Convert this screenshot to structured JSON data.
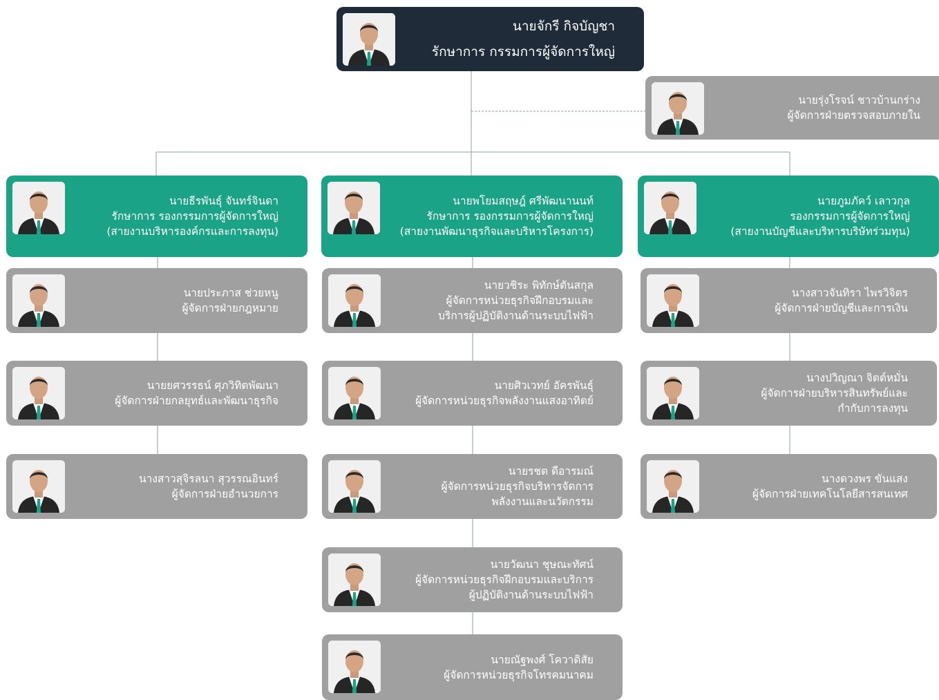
{
  "colors": {
    "director": "#1f2b38",
    "deputy": "#1aa386",
    "manager": "#a0a0a0",
    "connector": "#9fb0b3",
    "text": "#ffffff"
  },
  "ceo": {
    "name": "นายจักรี กิจบัญชา",
    "lines": [
      "รักษาการ กรรมการผู้จัดการใหญ่"
    ]
  },
  "audit": {
    "name": "นายรุ่งโรจน์ ชาวบ้านกร่าง",
    "lines": [
      "ผู้จัดการฝ่ายตรวจสอบภายใน"
    ]
  },
  "columns": [
    {
      "head": {
        "name": "นายธีรพันธุ์ จันทร์จินดา",
        "lines": [
          "รักษาการ รองกรรมการผู้จัดการใหญ่",
          "(สายงานบริหารองค์กรและการลงทุน)"
        ]
      },
      "members": [
        {
          "name": "นายประภาส ช่วยหนู",
          "lines": [
            "ผู้จัดการฝ่ายกฎหมาย"
          ]
        },
        {
          "name": "นายยศวรรธน์ ศุภวิทิตพัฒนา",
          "lines": [
            "ผู้จัดการฝ่ายกลยุทธ์และพัฒนาธุรกิจ"
          ]
        },
        {
          "name": "นางสาวสุจิรลนา สุวรรณอินทร์",
          "lines": [
            "ผู้จัดการฝ่ายอำนวยการ"
          ]
        }
      ]
    },
    {
      "head": {
        "name": "นายพโยมสฤษฎ์ ศรีพัฒนานนท์",
        "lines": [
          "รักษาการ รองกรรมการผู้จัดการใหญ่",
          "(สายงานพัฒนาธุรกิจและบริหารโครงการ)"
        ]
      },
      "members": [
        {
          "name": "นายวชิระ พิทักษ์ตันสกุล",
          "lines": [
            "ผู้จัดการหน่วยธุรกิจฝึกอบรมและ",
            "บริการผู้ปฏิบัติงานด้านระบบไฟฟ้า"
          ]
        },
        {
          "name": "นายศิวเวทย์ อัครพันธุ์",
          "lines": [
            "ผู้จัดการหน่วยธุรกิจพลังงานแสงอาทิตย์"
          ]
        },
        {
          "name": "นายรชต ดีอารมณ์",
          "lines": [
            "ผู้จัดการหน่วยธุรกิจบริหารจัดการ",
            "พลังงานและนวัตกรรม"
          ]
        },
        {
          "name": "นายวัฒนา ชุษณะทัศน์",
          "lines": [
            "ผู้จัดการหน่วยธุรกิจฝึกอบรมและบริการ",
            "ผู้ปฏิบัติงานด้านระบบไฟฟ้า"
          ]
        },
        {
          "name": "นายณัฐพงศ์ โควาดิสัย",
          "lines": [
            "ผู้จัดการหน่วยธุรกิจโทรคมนาคม"
          ]
        }
      ]
    },
    {
      "head": {
        "name": "นายภูมภัคว์ เลาวกุล",
        "lines": [
          "รองกรรมการผู้จัดการใหญ่",
          "(สายงานบัญชีและบริหารบริษัทร่วมทุน)"
        ]
      },
      "members": [
        {
          "name": "นางสาวจันทิรา ไพรวิจิตร",
          "lines": [
            "ผู้จัดการฝ่ายบัญชีและการเงิน"
          ]
        },
        {
          "name": "นางปวิญณา จิตต์หมั่น",
          "lines": [
            "ผู้จัดการฝ่ายบริหารสินทรัพย์และ",
            "กำกับการลงทุน"
          ]
        },
        {
          "name": "นางดวงพร ขันแสง",
          "lines": [
            "ผู้จัดการฝ่ายเทคโนโลยีสารสนเทศ"
          ]
        }
      ]
    }
  ]
}
